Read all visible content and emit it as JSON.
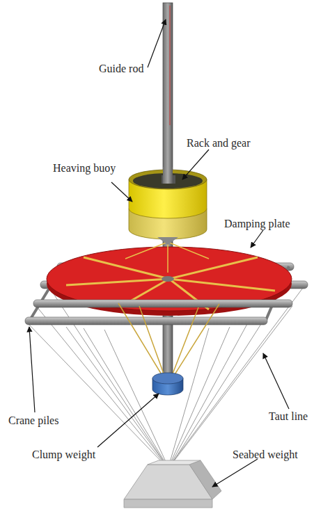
{
  "diagram": {
    "labels": [
      "Guide rod",
      "Rack and gear",
      "Heaving buoy",
      "Damping plate",
      "Crane piles",
      "Taut line",
      "Clump weight",
      "Seabed weight"
    ]
  }
}
